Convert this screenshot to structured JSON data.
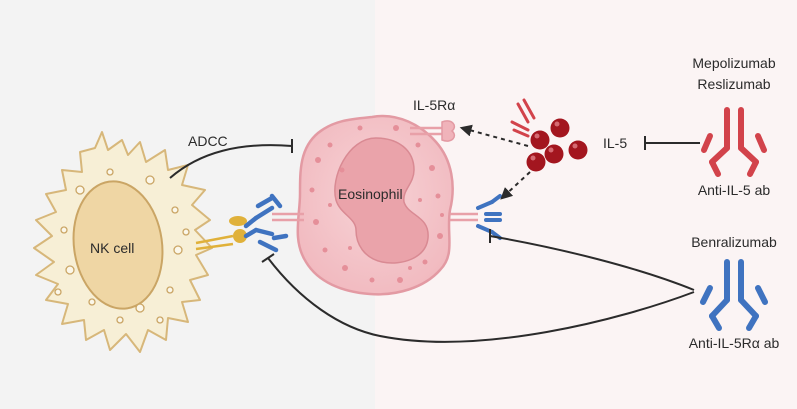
{
  "labels": {
    "adcc": "ADCC",
    "il5ra": "IL-5Rα",
    "il5": "IL-5",
    "mepolizumab": "Mepolizumab",
    "reslizumab": "Reslizumab",
    "anti_il5_ab": "Anti-IL-5 ab",
    "benralizumab": "Benralizumab",
    "anti_il5ra_ab": "Anti-IL-5Rα ab",
    "eosinophil": "Eosinophil",
    "nk_cell": "NK cell"
  },
  "colors": {
    "left_panel": "#f3f3f3",
    "right_panel": "#fbf4f4",
    "nk_cell_body": "#f7efd6",
    "nk_cell_nucleus": "#efd6a4",
    "eosinophil_body": "#f4c3c8",
    "eosinophil_nucleus": "#eaa3aa",
    "anti_il5_antibody": "#d2434b",
    "anti_il5ra_antibody": "#3f73c0",
    "il5_cytokine": "#a3161f",
    "fc_receptor": "#e0b13a",
    "inhibition_line": "#2b2b2b"
  }
}
